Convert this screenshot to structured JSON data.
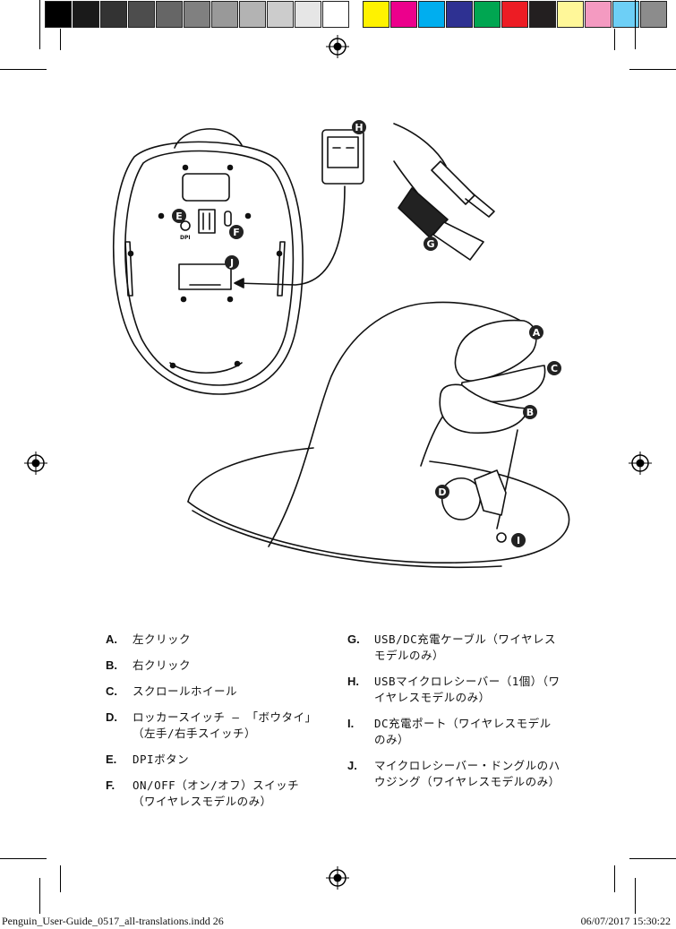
{
  "colors": {
    "swatches": [
      "#000000",
      "#1a1a1a",
      "#333333",
      "#4d4d4d",
      "#666666",
      "#808080",
      "#999999",
      "#b3b3b3",
      "#cccccc",
      "#e6e6e6",
      "#ffffff"
    ],
    "process": [
      "#fff200",
      "#ec008c",
      "#00aeef",
      "#2e3192",
      "#00a651",
      "#ed1c24",
      "#231f20",
      "#fff799",
      "#f49ac1",
      "#6dcff6",
      "#8c8c8c"
    ]
  },
  "callouts": {
    "a": "A",
    "b": "B",
    "c": "C",
    "d": "D",
    "e": "E",
    "f": "F",
    "g": "G",
    "h": "H",
    "i": "I",
    "j": "J",
    "dpi_mark": "DPI"
  },
  "legend": {
    "left": [
      {
        "key": "A.",
        "text": "左クリック"
      },
      {
        "key": "B.",
        "text": "右クリック"
      },
      {
        "key": "C.",
        "text": "スクロールホイール"
      },
      {
        "key": "D.",
        "text": "ロッカースイッチ – 「ボウタイ」（左手/右手スイッチ）"
      },
      {
        "key": "E.",
        "text": "DPIボタン"
      },
      {
        "key": "F.",
        "text": "ON/OFF（オン/オフ）スイッチ（ワイヤレスモデルのみ）"
      }
    ],
    "right": [
      {
        "key": "G.",
        "text": "USB/DC充電ケーブル（ワイヤレスモデルのみ）"
      },
      {
        "key": "H.",
        "text": "USBマイクロレシーバー（1個）（ワイヤレスモデルのみ）"
      },
      {
        "key": "I.",
        "text": "DC充電ポート（ワイヤレスモデルのみ）"
      },
      {
        "key": "J.",
        "text": "マイクロレシーバー・ドングルのハウジング（ワイヤレスモデルのみ）"
      }
    ]
  },
  "footer": {
    "file": "Penguin_User-Guide_0517_all-translations.indd   26",
    "date": "06/07/2017   15:30:22"
  }
}
